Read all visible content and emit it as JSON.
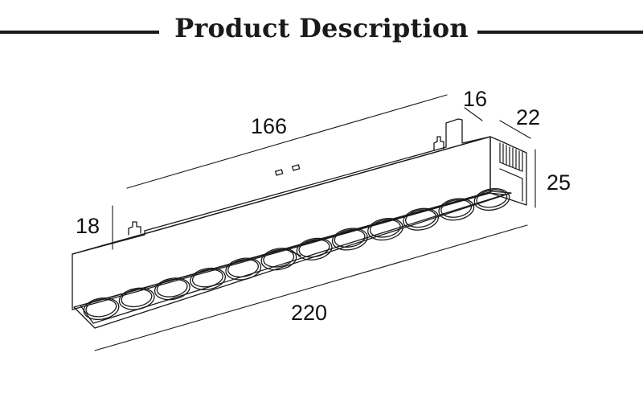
{
  "header": {
    "title": "Product Description"
  },
  "dimensions": {
    "top_length": "166",
    "rear_width": "16",
    "depth": "22",
    "end_height": "25",
    "front_height": "18",
    "front_length": "220"
  },
  "lens_count": 12,
  "colors": {
    "stroke": "#1a1a1a",
    "background": "#ffffff"
  }
}
